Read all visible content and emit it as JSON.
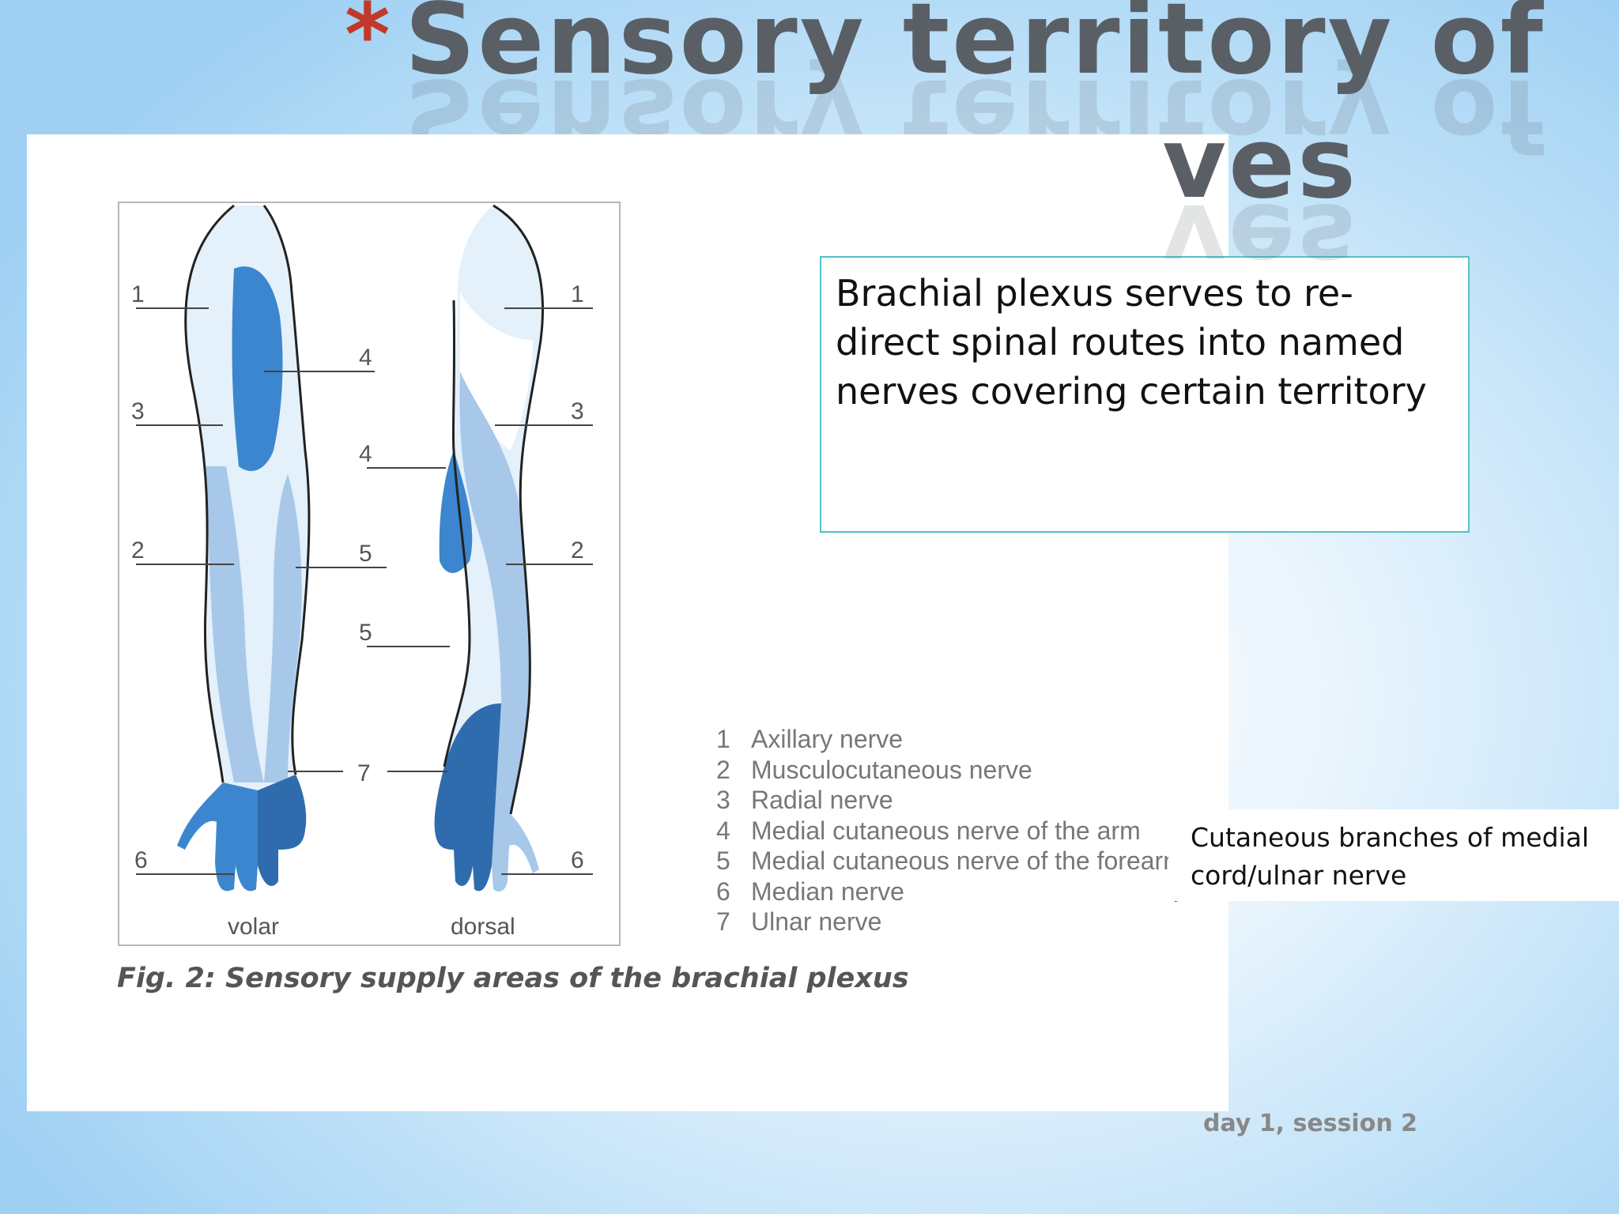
{
  "slide": {
    "bullet": "*",
    "title_line1": "Sensory territory of",
    "title_line2": "ves"
  },
  "textbox": {
    "text": "Brachial plexus serves to re-direct spinal routes into named nerves covering certain territory"
  },
  "figure": {
    "volar_numbers": [
      "1",
      "3",
      "2",
      "6"
    ],
    "center_numbers": [
      "4",
      "4",
      "5",
      "5",
      "7"
    ],
    "dorsal_numbers": [
      "1",
      "3",
      "2",
      "6"
    ],
    "view_labels": [
      "volar",
      "dorsal"
    ],
    "caption": "Fig. 2: Sensory supply areas of the brachial plexus",
    "legend": [
      {
        "num": "1",
        "label": "Axillary nerve"
      },
      {
        "num": "2",
        "label": "Musculocutaneous nerve"
      },
      {
        "num": "3",
        "label": "Radial nerve"
      },
      {
        "num": "4",
        "label": "Medial cutaneous nerve of the arm"
      },
      {
        "num": "5",
        "label": "Medial cutaneous nerve of the forearm"
      },
      {
        "num": "6",
        "label": "Median nerve"
      },
      {
        "num": "7",
        "label": "Ulnar nerve"
      }
    ]
  },
  "brace_note": {
    "text": "Cutaneous branches of medial cord/ulnar nerve"
  },
  "footer": {
    "text": "day 1, session 2"
  },
  "colors": {
    "territory_dark": "#2f6cae",
    "territory_mid": "#3c86cf",
    "territory_light": "#a8c8ea",
    "territory_pale": "#e4f0fa",
    "textbox_border": "#56c1c8",
    "title_star": "#c0392b"
  }
}
